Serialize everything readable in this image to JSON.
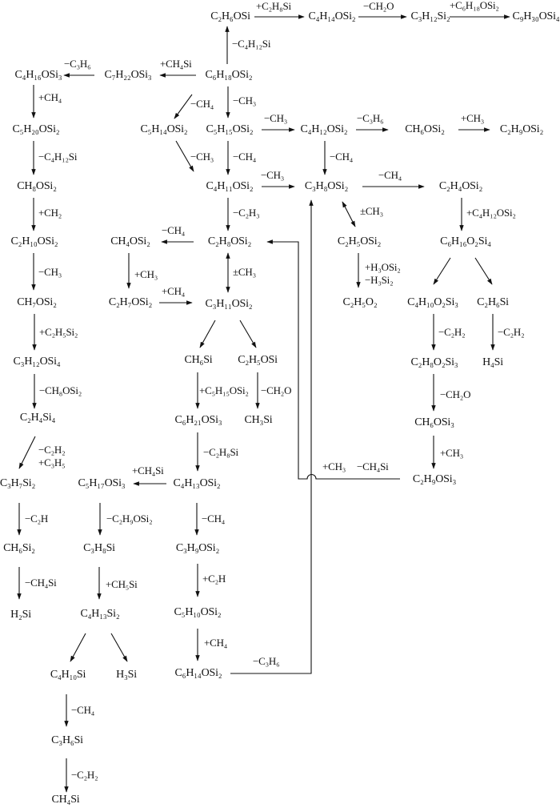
{
  "species": [
    "C₂H₆OSi",
    "C₄H₁₄OSi₂",
    "C₃H₁₂Si₂",
    "C₉H₃₀OSi₄",
    "C₆H₁₈OSi₂",
    "C₇H₂₂OSi₃",
    "C₄H₁₆OSi₃",
    "C₅H₂₀OSi₂",
    "C₅H₁₄OSi₂",
    "C₅H₁₅OSi₂",
    "C₄H₁₂OSi₂",
    "CH₆OSi₂",
    "C₂H₉OSi₂",
    "CH₈OSi₂",
    "C₄H₁₁OSi₂",
    "C₃H₈OSi₂",
    "C₂H₄OSi₂",
    "C₂H₁₀OSi₂",
    "CH₄OSi₂",
    "C₂H₈OSi₂",
    "C₂H₅OSi₂",
    "C₆H₁₆O₂Si₄",
    "CH₇OSi₂",
    "C₂H₇OSi₂",
    "C₃H₁₁OSi₂",
    "C₂H₅O₂",
    "C₄H₁₀O₂Si₃",
    "C₂H₆Si",
    "C₃H₁₂OSi₄",
    "CH₆Si",
    "C₂H₅OSi",
    "C₂H₈O₂Si₃",
    "H₄Si",
    "C₂H₄Si₄",
    "C₆H₂₁OSi₃",
    "CH₃Si",
    "CH₆OSi₃",
    "C₃H₇Si₂",
    "C₅H₁₇OSi₃",
    "C₄H₁₃OSi₂",
    "C₂H₉OSi₃",
    "CH₆Si₂",
    "C₃H₈Si",
    "C₃H₉OSi₂",
    "H₂Si",
    "C₄H₁₃Si₂",
    "C₅H₁₀OSi₂",
    "C₄H₁₀Si",
    "H₃Si",
    "C₆H₁₄OSi₂",
    "C₃H₆Si",
    "CH₄Si"
  ],
  "reactions": [
    "+C₂H₈Si",
    "−CH₂O",
    "+C₆H₁₈OSi₂",
    "−C₄H₁₂Si",
    "+CH₄Si",
    "−C₃H₆",
    "+CH₄",
    "−CH₄",
    "−CH₃",
    "−C₄H₁₂Si",
    "−CH₃",
    "−C₃H₆",
    "+CH₃",
    "−CH₃",
    "−CH₄",
    "−CH₄",
    "−CH₃",
    "−CH₄",
    "+CH₂",
    "−C₂H₃",
    "±CH₃",
    "+C₄H₁₂OSi₂",
    "−CH₄",
    "±CH₃",
    "−CH₃",
    "+CH₃",
    "+CH₄",
    "+H₃OSi₂",
    "−H₃Si₂",
    "+C₂H₅Si₂",
    "−C₂H₂",
    "−C₂H₂",
    "−CH₈OSi₂",
    "+C₅H₁₅OSi₂",
    "−CH₂O",
    "−CH₂O",
    "−C₂H₂",
    "+C₃H₅",
    "−C₂H₈Si",
    "+CH₃",
    "+CH₄Si",
    "−C₂H",
    "−C₂H₉OSi₂",
    "−CH₄",
    "−CH₄Si",
    "+CH₅Si",
    "+C₂H",
    "+CH₄",
    "−CH₄",
    "−C₂H₂",
    "−C₃H₆",
    "+CH₃",
    "−CH₄Si"
  ]
}
